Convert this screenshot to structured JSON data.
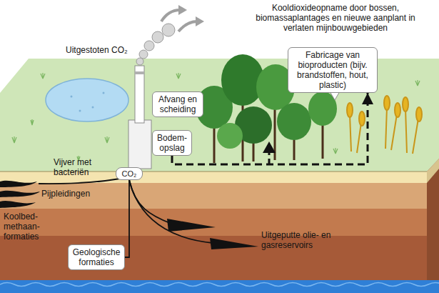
{
  "diagram": {
    "nodes": [
      {
        "text": [
          "Fabricage van bioproducten (bijv. brandstoffen, hout, plastic)"
        ]
      },
      {
        "text": [
          "Afvang en scheiding"
        ]
      },
      {
        "text": [
          "Bodem- opslag"
        ]
      },
      {
        "text": [
          "CO₂"
        ]
      },
      {
        "text": [
          "Geologische formaties"
        ]
      }
    ],
    "edges": [
      {
        "from": 2,
        "to": 0,
        "arrow": "to"
      },
      {
        "from": 3,
        "to": 4,
        "arrow": "none"
      }
    ],
    "labels": [
      "Kooldioxideopname door bossen, biomassaplantages en nieuwe aanplant in verlaten mijnbouwgebieden",
      "Uitgestoten CO₂",
      "Vijver met bacteriën",
      "Pijpleidingen",
      "Koolbed- methaan- formaties",
      "Uitgeputte olie- en gasreservoirs"
    ]
  }
}
